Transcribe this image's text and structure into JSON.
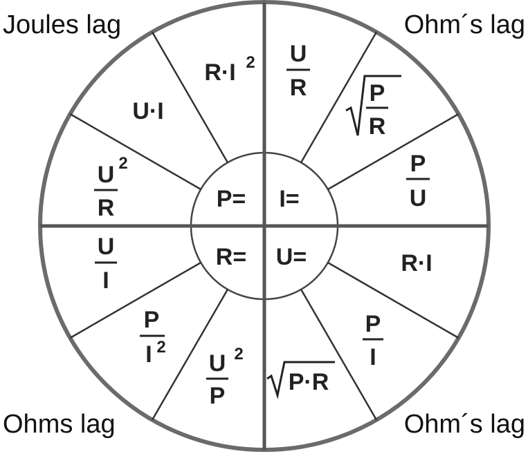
{
  "corners": {
    "top_left": "Joules lag",
    "top_right": "Ohm´s lag",
    "bottom_left": "Ohms lag",
    "bottom_right": "Ohm´s lag"
  },
  "center": {
    "p": "P=",
    "i": "I=",
    "r": "R=",
    "u": "U="
  },
  "formulas": {
    "p_r_i2": "R·I",
    "p_r_i2_exp": "2",
    "p_u_i": "U·I",
    "p_u2_r_num": "U",
    "p_u2_r_exp": "2",
    "p_u2_r_den": "R",
    "i_u_r_num": "U",
    "i_u_r_den": "R",
    "i_sqrt_p_r_num": "P",
    "i_sqrt_p_r_den": "R",
    "i_p_u_num": "P",
    "i_p_u_den": "U",
    "u_r_i": "R·I",
    "u_p_i_num": "P",
    "u_p_i_den": "I",
    "u_sqrt_pr": "P·R",
    "r_u2_p_num": "U",
    "r_u2_p_exp": "2",
    "r_u2_p_den": "P",
    "r_p_i2_num": "P",
    "r_p_i2_den": "I",
    "r_p_i2_exp": "2",
    "r_u_i_num": "U",
    "r_u_i_den": "I"
  },
  "colors": {
    "ink": "#222222",
    "ring": "#666666",
    "background": "#ffffff"
  }
}
